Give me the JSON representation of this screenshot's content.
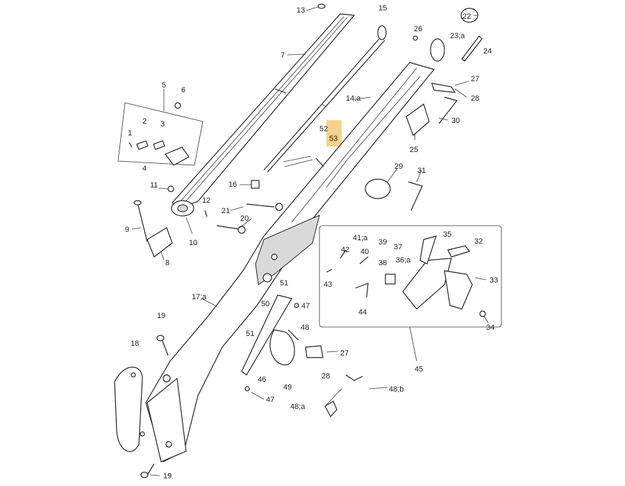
{
  "labels": {
    "p1": "1",
    "p2": "2",
    "p3": "3",
    "p4": "4",
    "p5": "5",
    "p6": "6",
    "p7": "7",
    "p8": "8",
    "p9": "9",
    "p10": "10",
    "p11": "11",
    "p12": "12",
    "p13": "13",
    "p14a": "14;a",
    "p15": "15",
    "p16": "16",
    "p17a": "17;a",
    "p18": "18",
    "p19top": "19",
    "p19bot": "19",
    "p20": "20",
    "p21": "21",
    "p22": "22",
    "p23a": "23;a",
    "p24": "24",
    "p25": "25",
    "p26": "26",
    "p27top": "27",
    "p27bot": "27",
    "p28top": "28",
    "p28bot": "28",
    "p29": "29",
    "p30": "30",
    "p31": "31",
    "p32": "32",
    "p33": "33",
    "p34": "34",
    "p35": "35",
    "p36a": "36;a",
    "p37": "37",
    "p38": "38",
    "p39": "39",
    "p40": "40",
    "p41a": "41;a",
    "p42": "42",
    "p43": "43",
    "p44": "44",
    "p45": "45",
    "p46": "46",
    "p47top": "47",
    "p47bot": "47",
    "p48": "48",
    "p48a": "48;a",
    "p48b": "48;b",
    "p49": "49",
    "p50": "50",
    "p51top": "51",
    "p51bot": "51",
    "p52": "52",
    "p53": "53"
  },
  "highlight_color": "#f7c97a"
}
